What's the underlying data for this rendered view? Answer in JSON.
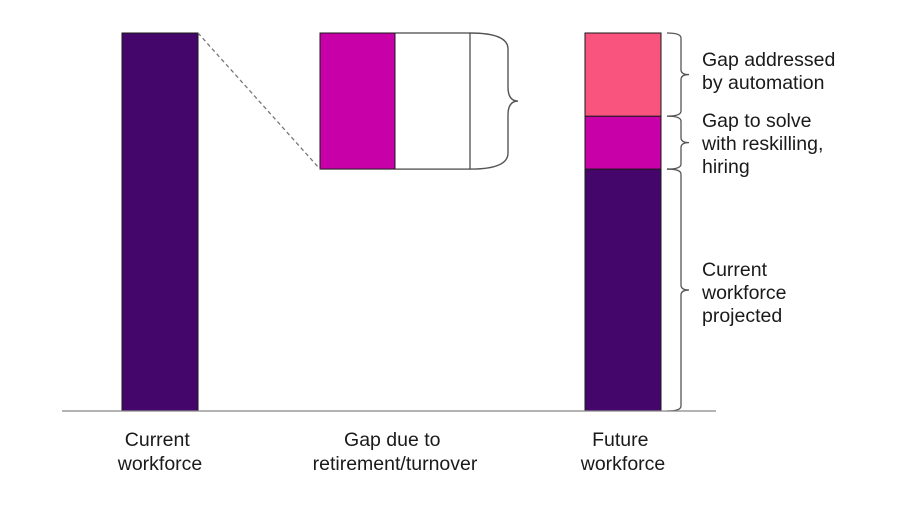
{
  "chart_data": {
    "type": "bar",
    "chart_style": "waterfall",
    "categories": [
      "Current workforce",
      "Gap due to retirement/turnover",
      "Future workforce"
    ],
    "category_labels": [
      [
        "Current",
        "workforce"
      ],
      [
        "Gap due to",
        "retirement/turnover"
      ],
      [
        "Future",
        "workforce"
      ]
    ],
    "ylim": [
      0,
      100
    ],
    "y_axis_visible": false,
    "grid": false,
    "legend": "none",
    "bars": [
      {
        "category": "Current workforce",
        "segments": [
          {
            "name": "Current workforce",
            "base": 0,
            "value": 100,
            "color": "#44066a"
          }
        ]
      },
      {
        "category": "Gap due to retirement/turnover",
        "segments": [
          {
            "name": "Gap to solve with reskilling, hiring",
            "base": 64,
            "value": 36,
            "color": "#c800a8"
          },
          {
            "name": "Gap addressed by automation",
            "base": 64,
            "value": 36,
            "color": "#ffffff"
          }
        ]
      },
      {
        "category": "Future workforce",
        "segments": [
          {
            "name": "Current workforce projected",
            "base": 0,
            "value": 64,
            "color": "#44066a"
          },
          {
            "name": "Gap to solve with reskilling, hiring",
            "base": 64,
            "value": 14,
            "color": "#c800a8"
          },
          {
            "name": "Gap addressed by automation",
            "base": 78,
            "value": 22,
            "color": "#f8547e"
          }
        ]
      }
    ],
    "annotations": [
      {
        "lines": [
          "Gap addressed",
          "by automation"
        ],
        "range": [
          78,
          100
        ]
      },
      {
        "lines": [
          "Gap to solve",
          "with reskilling,",
          "hiring"
        ],
        "range": [
          64,
          78
        ]
      },
      {
        "lines": [
          "Current",
          "workforce",
          "projected"
        ],
        "range": [
          0,
          64
        ]
      }
    ],
    "colors": {
      "dark_purple": "#44066a",
      "magenta": "#c800a8",
      "pink": "#f8547e",
      "axis": "#888888",
      "connector": "#777777",
      "bracket": "#555555",
      "text": "#1a1a1a"
    }
  }
}
